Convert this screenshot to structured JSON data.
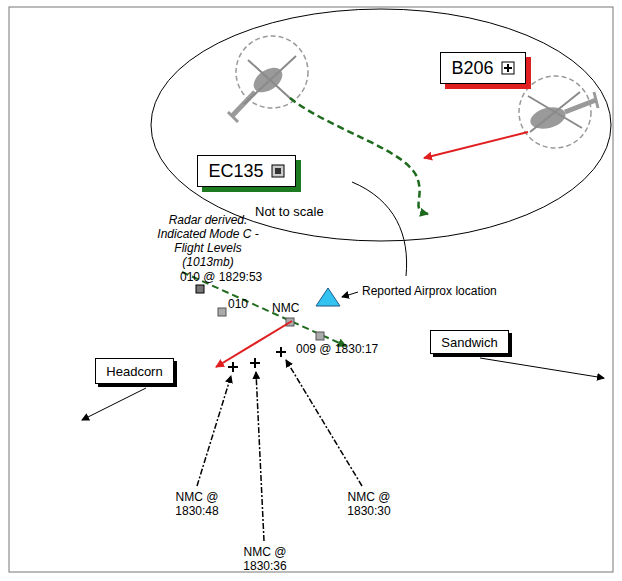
{
  "diagram": {
    "nodes": [
      {
        "text": [
          "Not to scale"
        ]
      },
      {
        "text": [
          "B206"
        ],
        "in": 0
      },
      {
        "text": [
          "EC135"
        ],
        "in": 0
      },
      {
        "text": [
          "Headcorn"
        ]
      },
      {
        "text": [
          "Sandwich"
        ]
      }
    ],
    "labels": [
      "Radar derived. Indicated Mode C - Flight Levels (1013mb)",
      "010 @ 1829:53",
      "010",
      "NMC",
      "009 @ 1830:17",
      "Reported Airprox location",
      "NMC @ 1830:48",
      "NMC @ 1830:36",
      "NMC @ 1830:30"
    ]
  }
}
